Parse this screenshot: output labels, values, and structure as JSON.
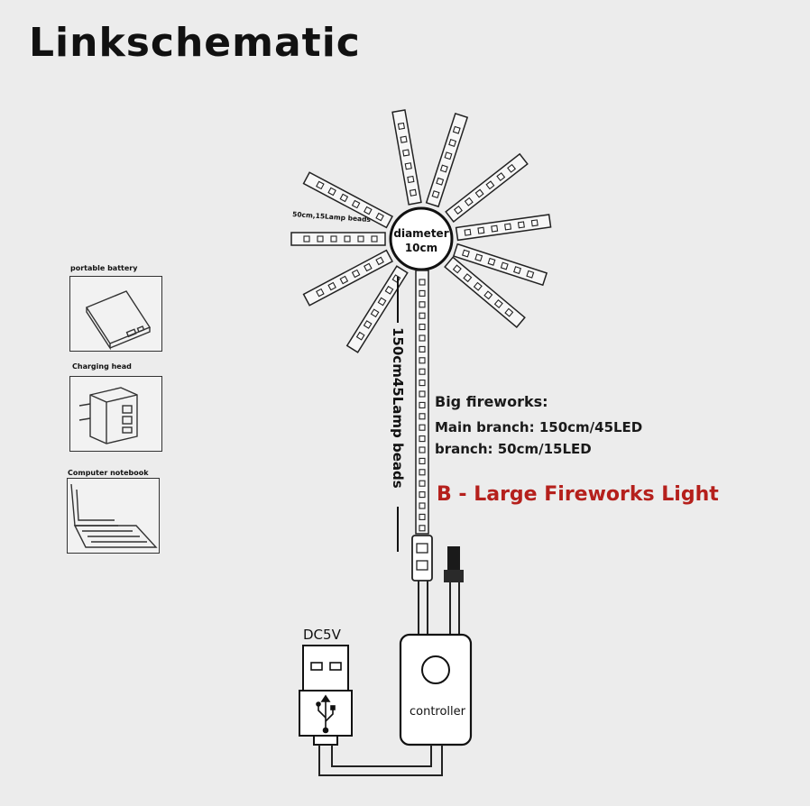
{
  "title": "Linkschematic",
  "devices": [
    {
      "label": "portable battery",
      "icon": "power-bank-icon"
    },
    {
      "label": "Charging head",
      "icon": "charger-icon"
    },
    {
      "label": "Computer notebook",
      "icon": "laptop-icon"
    }
  ],
  "diagram": {
    "diameter_label": "diameter",
    "diameter_value": "10cm",
    "branch_note": "50cm,15Lamp beads",
    "main_length_label": "150cm45Lamp beads",
    "power_label": "DC5V",
    "controller_label": "controller"
  },
  "specs": {
    "heading": "Big fireworks:",
    "main_branch": "Main branch: 150cm/45LED",
    "branch": "branch: 50cm/15LED"
  },
  "product_name": "B - Large Fireworks Light",
  "colors": {
    "product_name": "#b5201c",
    "line": "#222222"
  }
}
